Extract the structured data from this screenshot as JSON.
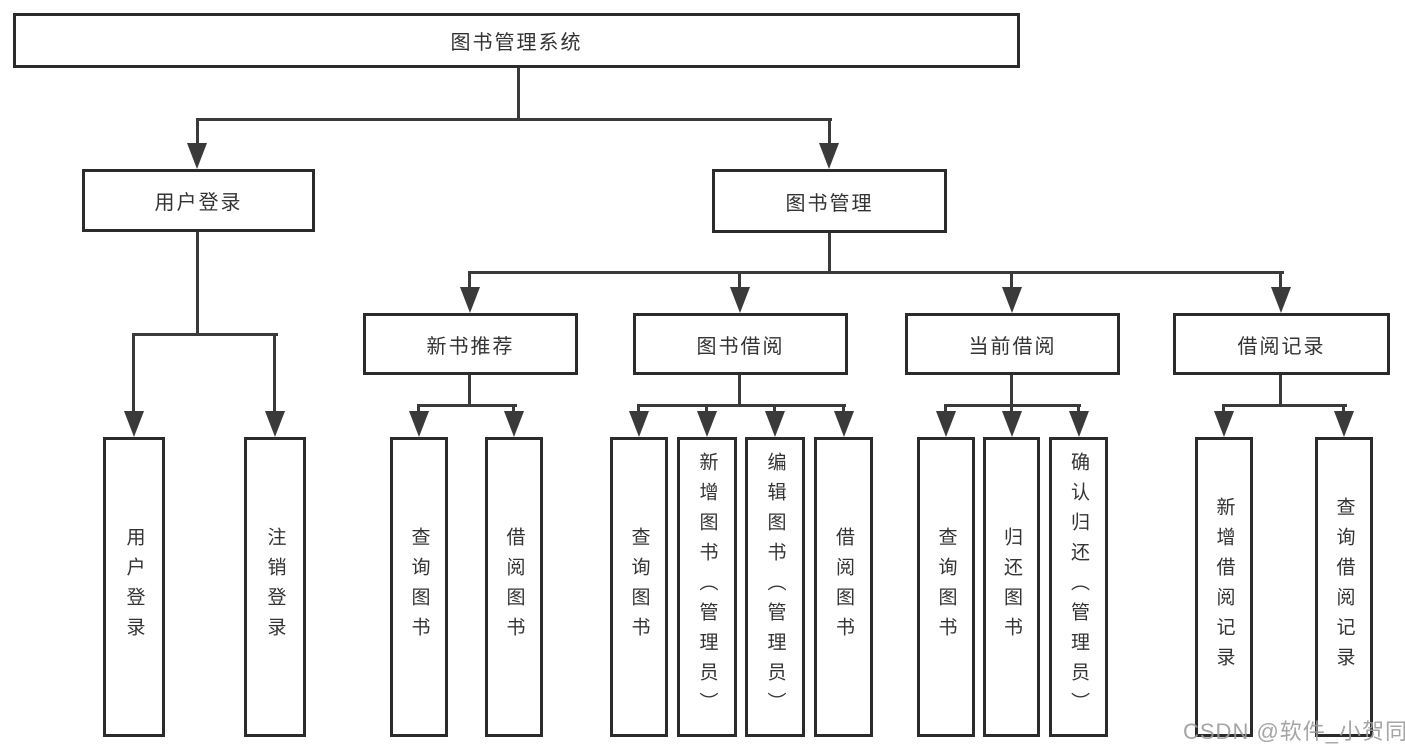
{
  "tree": {
    "root": {
      "label": "图书管理系统"
    },
    "children": [
      {
        "label": "用户登录",
        "children": [
          {
            "label": "用户登录"
          },
          {
            "label": "注销登录"
          }
        ]
      },
      {
        "label": "图书管理",
        "children": [
          {
            "label": "新书推荐",
            "children": [
              {
                "label": "查询图书"
              },
              {
                "label": "借阅图书"
              }
            ]
          },
          {
            "label": "图书借阅",
            "children": [
              {
                "label": "查询图书"
              },
              {
                "label": "新增图书（管理员）"
              },
              {
                "label": "编辑图书（管理员）"
              },
              {
                "label": "借阅图书"
              }
            ]
          },
          {
            "label": "当前借阅",
            "children": [
              {
                "label": "查询图书"
              },
              {
                "label": "归还图书"
              },
              {
                "label": "确认归还（管理员）"
              }
            ]
          },
          {
            "label": "借阅记录",
            "children": [
              {
                "label": "新增借阅记录"
              },
              {
                "label": "查询借阅记录"
              }
            ]
          }
        ]
      }
    ]
  },
  "watermark": {
    "text": "CSDN @软件_小贺同学"
  },
  "colors": {
    "line": "#3a3a3a",
    "box_border": "#2b2b2b",
    "text": "#333333",
    "watermark": "#9c9c9c",
    "background": "#ffffff"
  }
}
